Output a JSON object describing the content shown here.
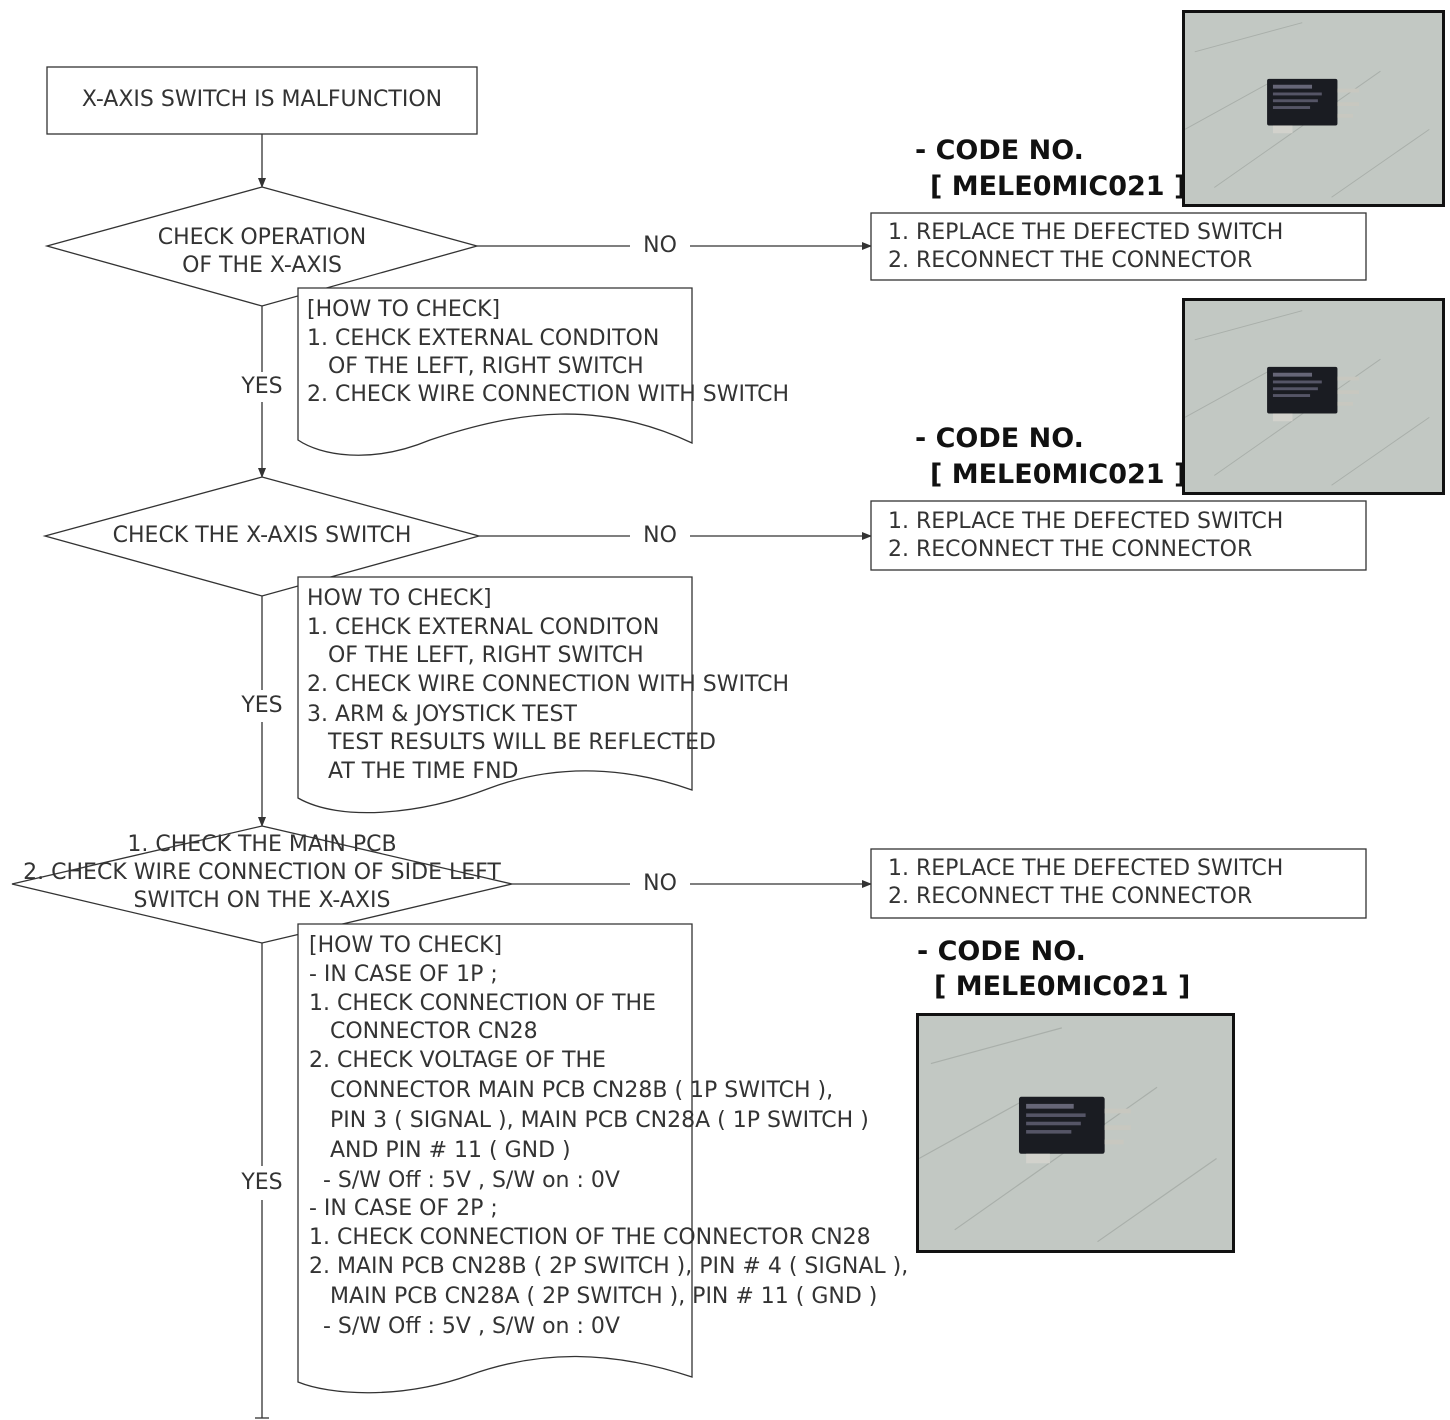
{
  "start": {
    "label": "X-AXIS SWITCH IS MALFUNCTION"
  },
  "decisions": [
    {
      "lines": [
        "CHECK OPERATION",
        "OF THE X-AXIS"
      ],
      "no_label": "NO",
      "yes_label": "YES"
    },
    {
      "lines": [
        "CHECK THE X-AXIS SWITCH"
      ],
      "no_label": "NO",
      "yes_label": "YES"
    },
    {
      "lines": [
        "1. CHECK THE MAIN PCB",
        "2. CHECK WIRE CONNECTION OF SIDE LEFT",
        "SWITCH ON THE X-AXIS"
      ],
      "no_label": "NO",
      "yes_label": "YES"
    }
  ],
  "actions": [
    {
      "lines": [
        "1. REPLACE THE DEFECTED SWITCH",
        "2. RECONNECT THE CONNECTOR"
      ]
    },
    {
      "lines": [
        "1. REPLACE THE DEFECTED SWITCH",
        "2. RECONNECT THE CONNECTOR"
      ]
    },
    {
      "lines": [
        "1. REPLACE THE DEFECTED SWITCH",
        "2. RECONNECT THE CONNECTOR"
      ]
    }
  ],
  "notes": [
    {
      "lines": [
        "[HOW TO CHECK]",
        "1. CEHCK EXTERNAL CONDITON",
        "   OF THE LEFT, RIGHT SWITCH",
        "2. CHECK WIRE CONNECTION WITH SWITCH"
      ]
    },
    {
      "lines": [
        "HOW TO CHECK]",
        "1. CEHCK EXTERNAL CONDITON",
        "   OF THE LEFT, RIGHT SWITCH",
        "2. CHECK WIRE CONNECTION WITH SWITCH",
        "3. ARM & JOYSTICK TEST",
        "   TEST RESULTS WILL BE REFLECTED",
        "   AT THE TIME FND"
      ]
    },
    {
      "lines": [
        "[HOW TO CHECK]",
        "- IN CASE OF 1P ;",
        "1. CHECK CONNECTION OF THE",
        "   CONNECTOR CN28",
        "2. CHECK VOLTAGE OF THE",
        "   CONNECTOR MAIN PCB CN28B ( 1P SWITCH ),",
        "   PIN 3 ( SIGNAL ), MAIN PCB CN28A ( 1P SWITCH )",
        "   AND PIN # 11 ( GND )",
        "  - S/W Off : 5V , S/W on : 0V",
        "- IN CASE OF 2P ;",
        "1. CHECK CONNECTION OF THE CONNECTOR CN28",
        "2. MAIN PCB CN28B ( 2P SWITCH ), PIN # 4 ( SIGNAL ),",
        "   MAIN PCB CN28A ( 2P SWITCH ), PIN # 11 ( GND )",
        "  - S/W Off : 5V , S/W on : 0V"
      ]
    }
  ],
  "codes": [
    {
      "title": "- CODE NO.",
      "code": "[ MELE0MIC021 ]"
    },
    {
      "title": "- CODE NO.",
      "code": "[ MELE0MIC021 ]"
    },
    {
      "title": "- CODE NO.",
      "code": "[ MELE0MIC021 ]"
    }
  ]
}
